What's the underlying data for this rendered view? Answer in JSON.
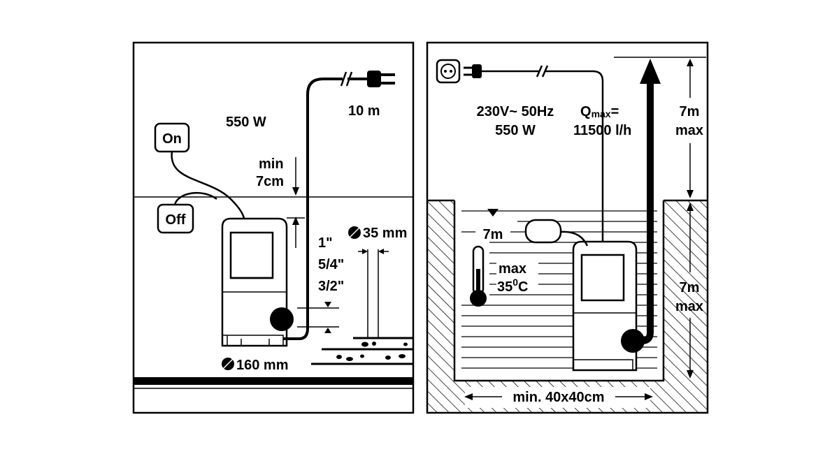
{
  "left_panel": {
    "power": "550 W",
    "cable_length": "10 m",
    "switch_on": "On",
    "switch_off": "Off",
    "min_label": "min",
    "min_depth": "7cm",
    "hose_1": "1\"",
    "hose_2": "5/4\"",
    "hose_3": "3/2\"",
    "particle_size": "35 mm",
    "base_diameter": "160 mm"
  },
  "right_panel": {
    "voltage": "230V~ 50Hz",
    "power": "550 W",
    "qmax_label": "Q",
    "qmax_sub": "max",
    "qmax_eq": "=",
    "qmax_value": "11500 l/h",
    "head_value": "7m",
    "head_max": "max",
    "depth_value": "7m",
    "depth_max": "max",
    "float_depth": "7m",
    "temp_max": "max",
    "temp_value": "35",
    "temp_unit_deg": "0",
    "temp_unit": "C",
    "shaft_size": "min. 40x40cm"
  },
  "colors": {
    "ink": "#000000",
    "paper": "#ffffff"
  }
}
